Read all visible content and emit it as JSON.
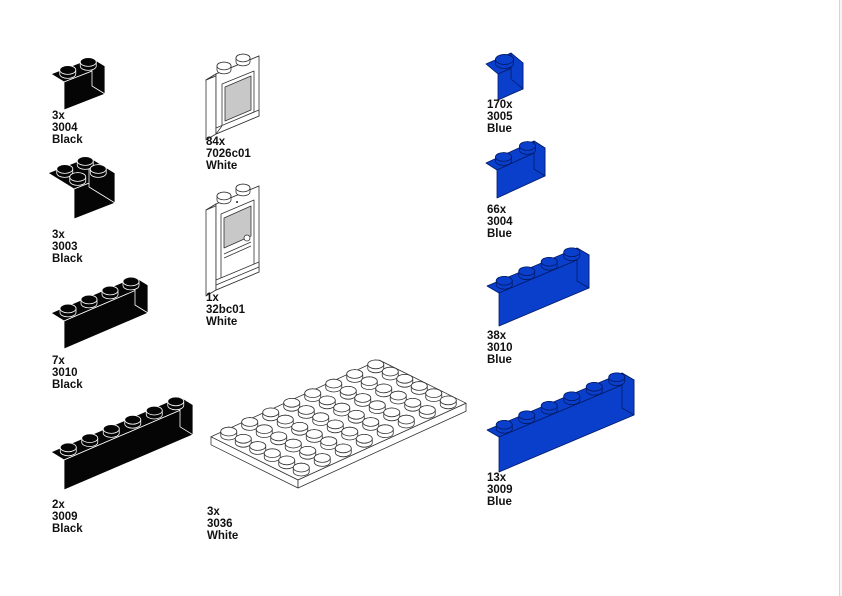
{
  "colors": {
    "black": "#050505",
    "black_edge": "#ffffff",
    "blue": "#0a3fcc",
    "blue_edge": "#001a66",
    "white": "#ffffff",
    "white_edge": "#333333",
    "glass": "#c8c8c8"
  },
  "parts": [
    {
      "id": "p3004-black",
      "qty": "3x",
      "part": "3004",
      "color": "Black",
      "shape": "brick",
      "studs": 2,
      "rows": 1
    },
    {
      "id": "p3003-black",
      "qty": "3x",
      "part": "3003",
      "color": "Black",
      "shape": "brick",
      "studs": 2,
      "rows": 2
    },
    {
      "id": "p3010-black",
      "qty": "7x",
      "part": "3010",
      "color": "Black",
      "shape": "brick",
      "studs": 4,
      "rows": 1
    },
    {
      "id": "p3009-black",
      "qty": "2x",
      "part": "3009",
      "color": "Black",
      "shape": "brick",
      "studs": 6,
      "rows": 1
    },
    {
      "id": "p7026c01-white",
      "qty": "84x",
      "part": "7026c01",
      "color": "White",
      "shape": "window"
    },
    {
      "id": "p32bc01-white",
      "qty": "1x",
      "part": "32bc01",
      "color": "White",
      "shape": "door"
    },
    {
      "id": "p3036-white",
      "qty": "3x",
      "part": "3036",
      "color": "White",
      "shape": "plate",
      "studs": 8,
      "rows": 6
    },
    {
      "id": "p3005-blue",
      "qty": "170x",
      "part": "3005",
      "color": "Blue",
      "shape": "brick",
      "studs": 1,
      "rows": 1
    },
    {
      "id": "p3004-blue",
      "qty": "66x",
      "part": "3004",
      "color": "Blue",
      "shape": "brick",
      "studs": 2,
      "rows": 1
    },
    {
      "id": "p3010-blue",
      "qty": "38x",
      "part": "3010",
      "color": "Blue",
      "shape": "brick",
      "studs": 4,
      "rows": 1
    },
    {
      "id": "p3009-blue",
      "qty": "13x",
      "part": "3009",
      "color": "Blue",
      "shape": "brick",
      "studs": 6,
      "rows": 1
    }
  ]
}
